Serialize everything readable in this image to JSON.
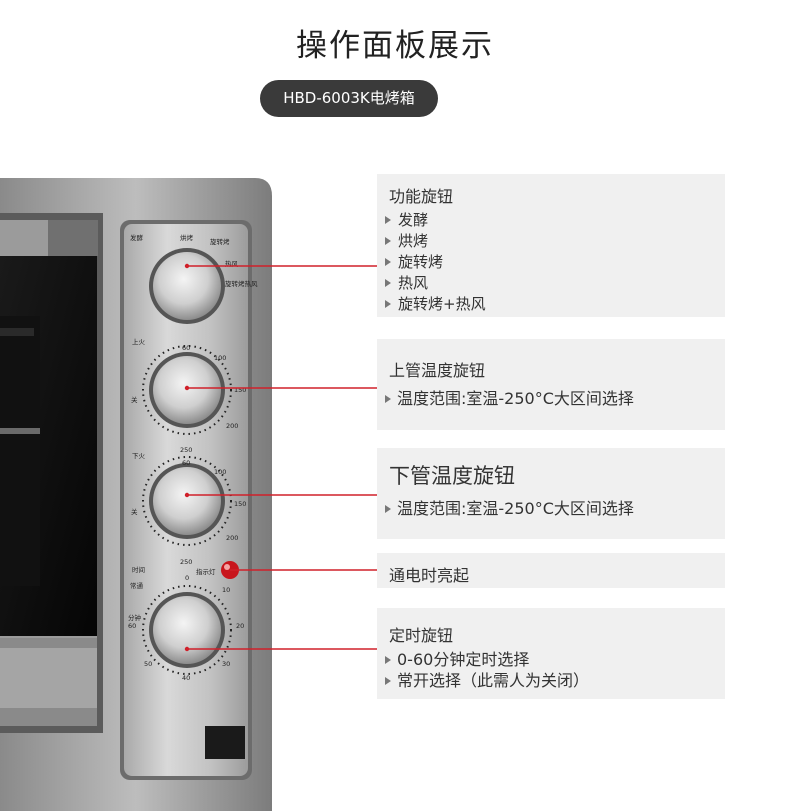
{
  "header": {
    "title": "操作面板展示",
    "model_badge": "HBD-6003K电烤箱"
  },
  "panel": {
    "function_knob": {
      "top_labels": [
        "发酵",
        "烘烤",
        "旋转烤",
        "热风",
        "旋转烤热风"
      ]
    },
    "upper_temp_knob": {
      "icon": "上火",
      "scale": [
        "60",
        "100",
        "150",
        "200",
        "250"
      ],
      "off_label": "关"
    },
    "lower_temp_knob": {
      "icon": "下火",
      "scale": [
        "60",
        "100",
        "150",
        "200",
        "250"
      ],
      "off_label": "关"
    },
    "indicator": {
      "label": "指示灯"
    },
    "timer_knob": {
      "icon": "时间",
      "normal_label": "常通",
      "unit_label": "分钟",
      "scale": [
        "0",
        "10",
        "20",
        "30",
        "40",
        "50",
        "60"
      ]
    }
  },
  "callouts": {
    "function": {
      "title": "功能旋钮",
      "items": [
        "发酵",
        "烘烤",
        "旋转烤",
        "热风",
        "旋转烤+热风"
      ]
    },
    "upper": {
      "title": "上管温度旋钮",
      "items": [
        "温度范围:室温-250°C大区间选择"
      ]
    },
    "lower": {
      "title": "下管温度旋钮",
      "items": [
        "温度范围:室温-250°C大区间选择"
      ]
    },
    "power": {
      "title": "通电时亮起"
    },
    "timer": {
      "title": "定时旋钮",
      "items": [
        "0-60分钟定时选择",
        "常开选择（此需人为关闭）"
      ]
    }
  },
  "colors": {
    "badge_bg": "#3a3a3a",
    "card_bg": "#f0f0f0",
    "line_red": "#d0202a",
    "indicator_red": "#c8161d"
  }
}
